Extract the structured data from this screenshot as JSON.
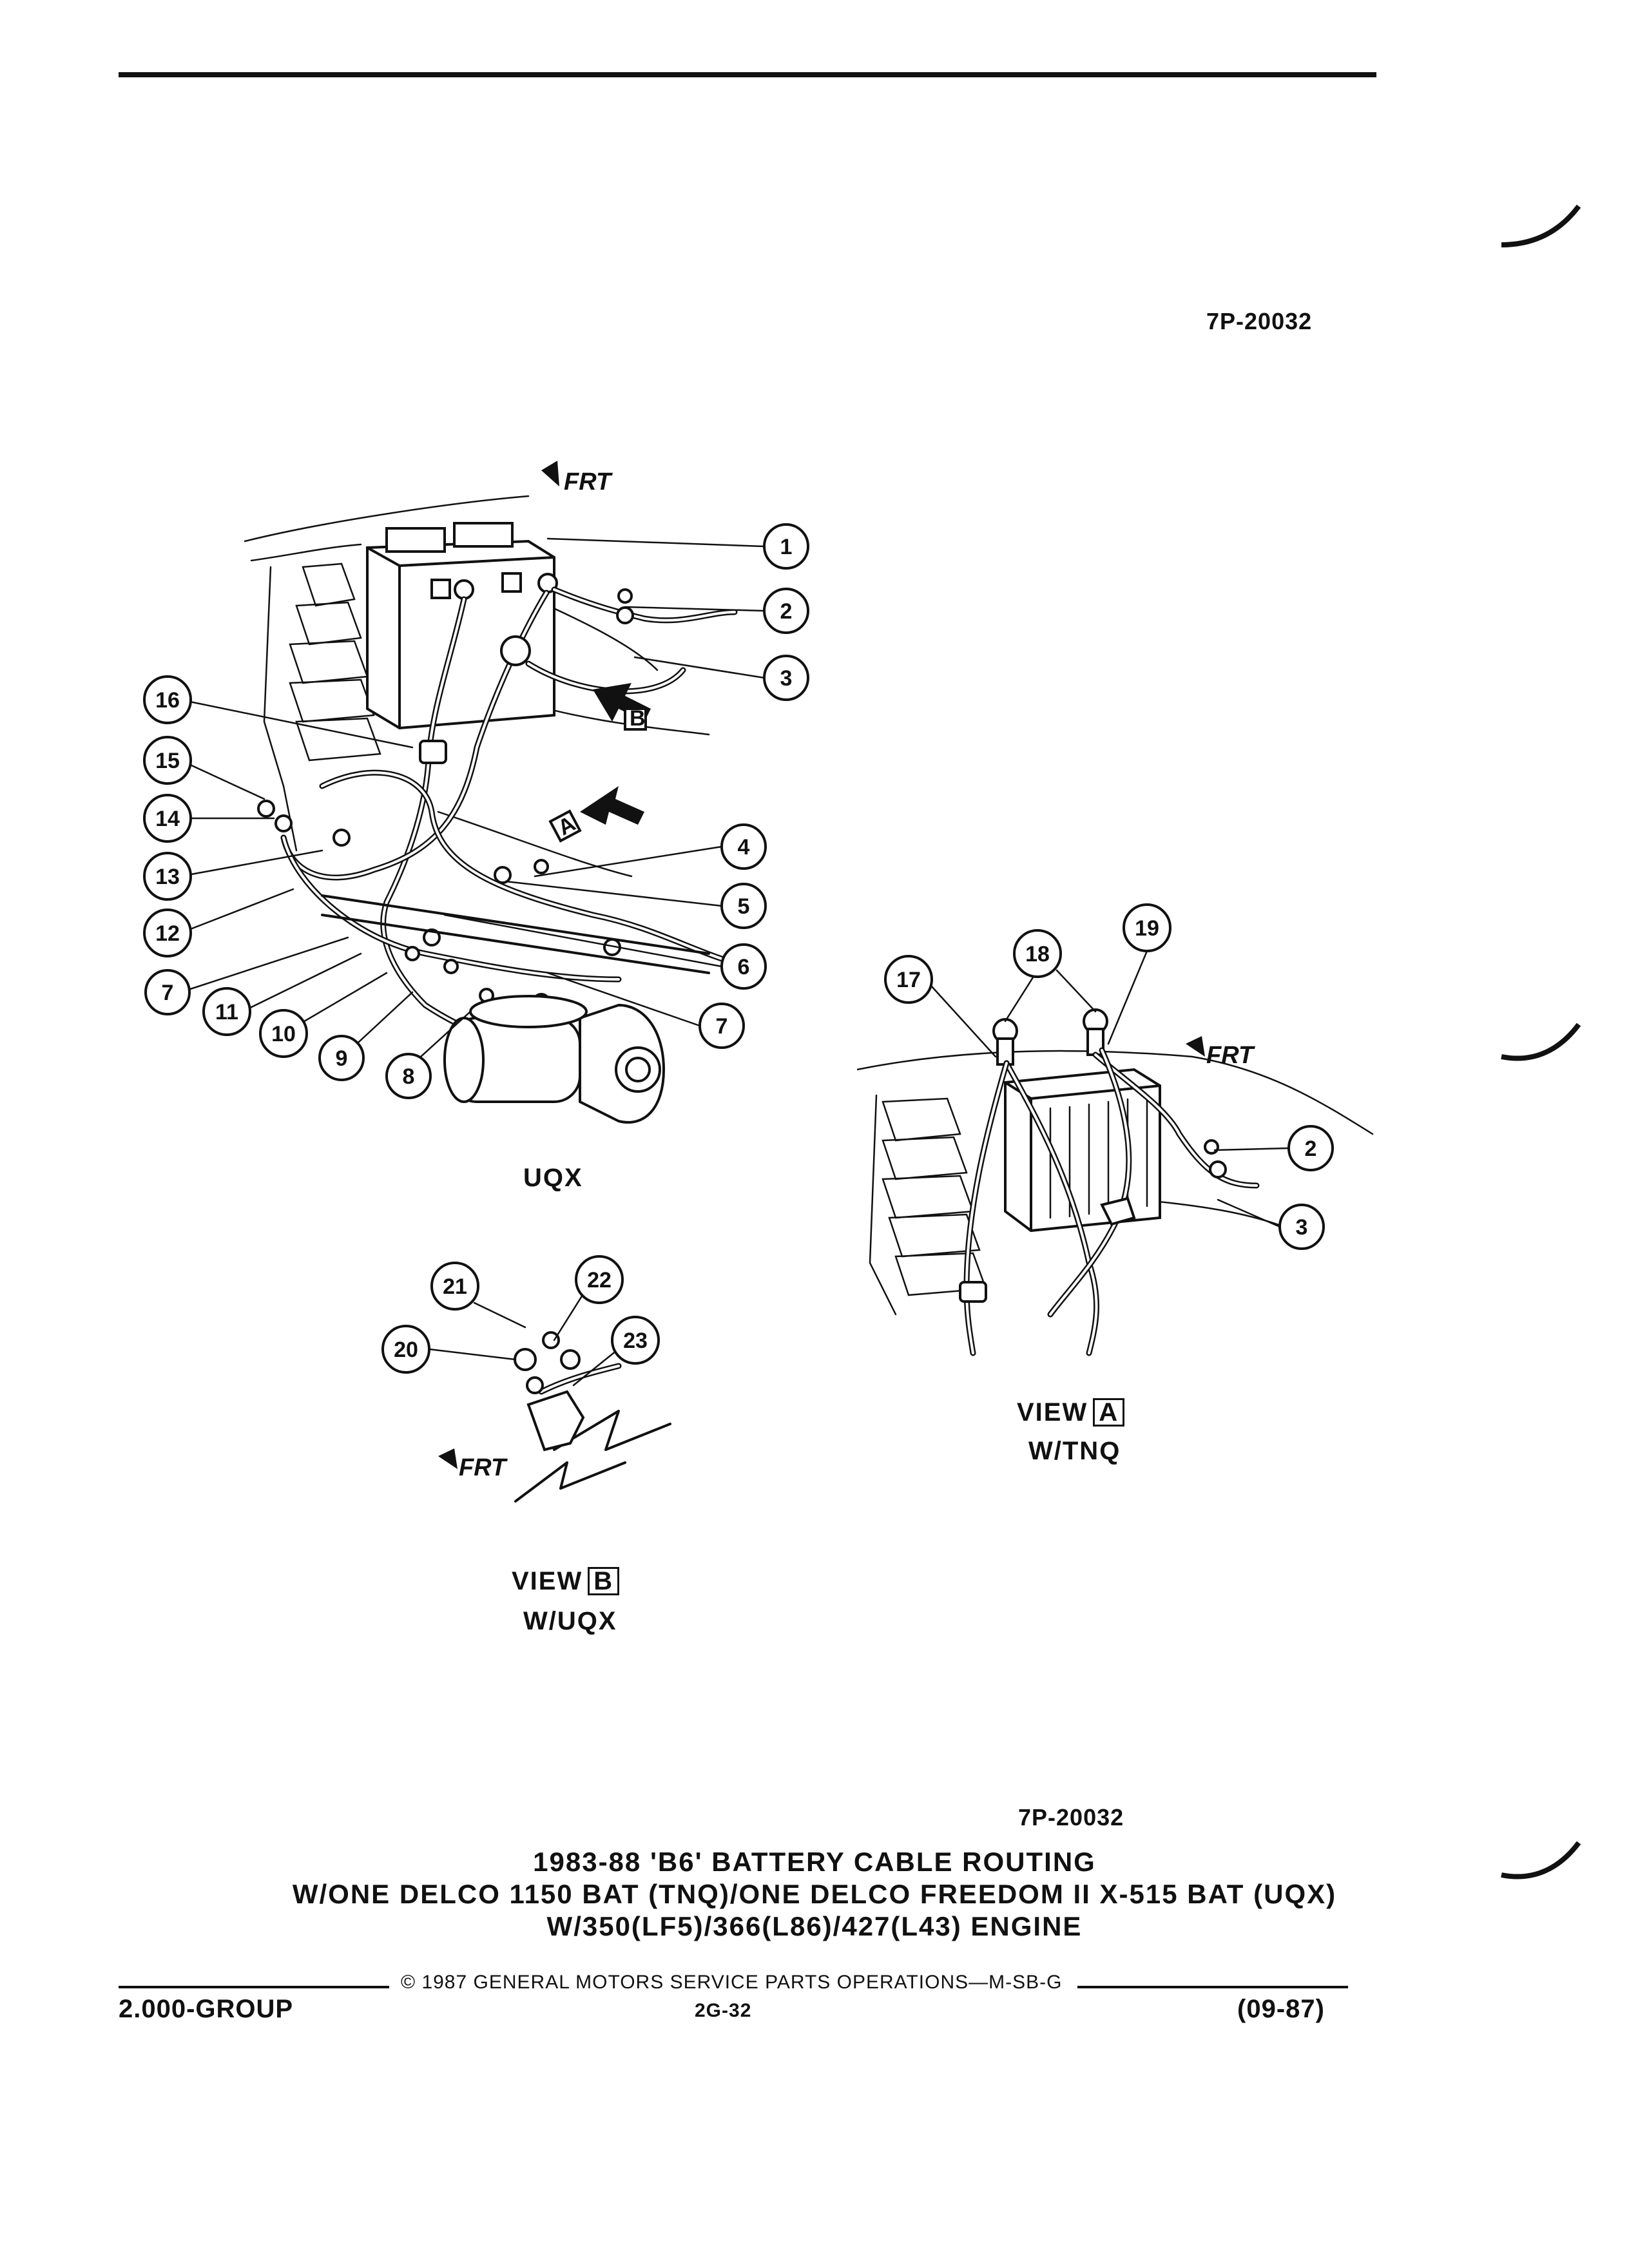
{
  "figure_id_top": "7P-20032",
  "figure_id_bottom": "7P-20032",
  "views": {
    "main_label": "UQX",
    "view_a": {
      "word": "VIEW",
      "letter": "A",
      "sub": "W/TNQ"
    },
    "view_b": {
      "word": "VIEW",
      "letter": "B",
      "sub": "W/UQX"
    }
  },
  "front_marker": "FRT",
  "callouts": [
    "1",
    "2",
    "3",
    "4",
    "5",
    "6",
    "7",
    "8",
    "9",
    "10",
    "11",
    "12",
    "13",
    "14",
    "15",
    "16",
    "17",
    "18",
    "19",
    "20",
    "21",
    "22",
    "23"
  ],
  "title": {
    "line1": "1983-88 'B6' BATTERY CABLE ROUTING",
    "line2": "W/ONE DELCO 1150 BAT (TNQ)/ONE DELCO FREEDOM II X-515 BAT (UQX)",
    "line3": "W/350(LF5)/366(L86)/427(L43) ENGINE"
  },
  "footer": {
    "copyright": "© 1987 GENERAL MOTORS SERVICE PARTS OPERATIONS—M-SB-G",
    "group": "2.000-GROUP",
    "page": "2G-32",
    "date": "(09-87)"
  }
}
